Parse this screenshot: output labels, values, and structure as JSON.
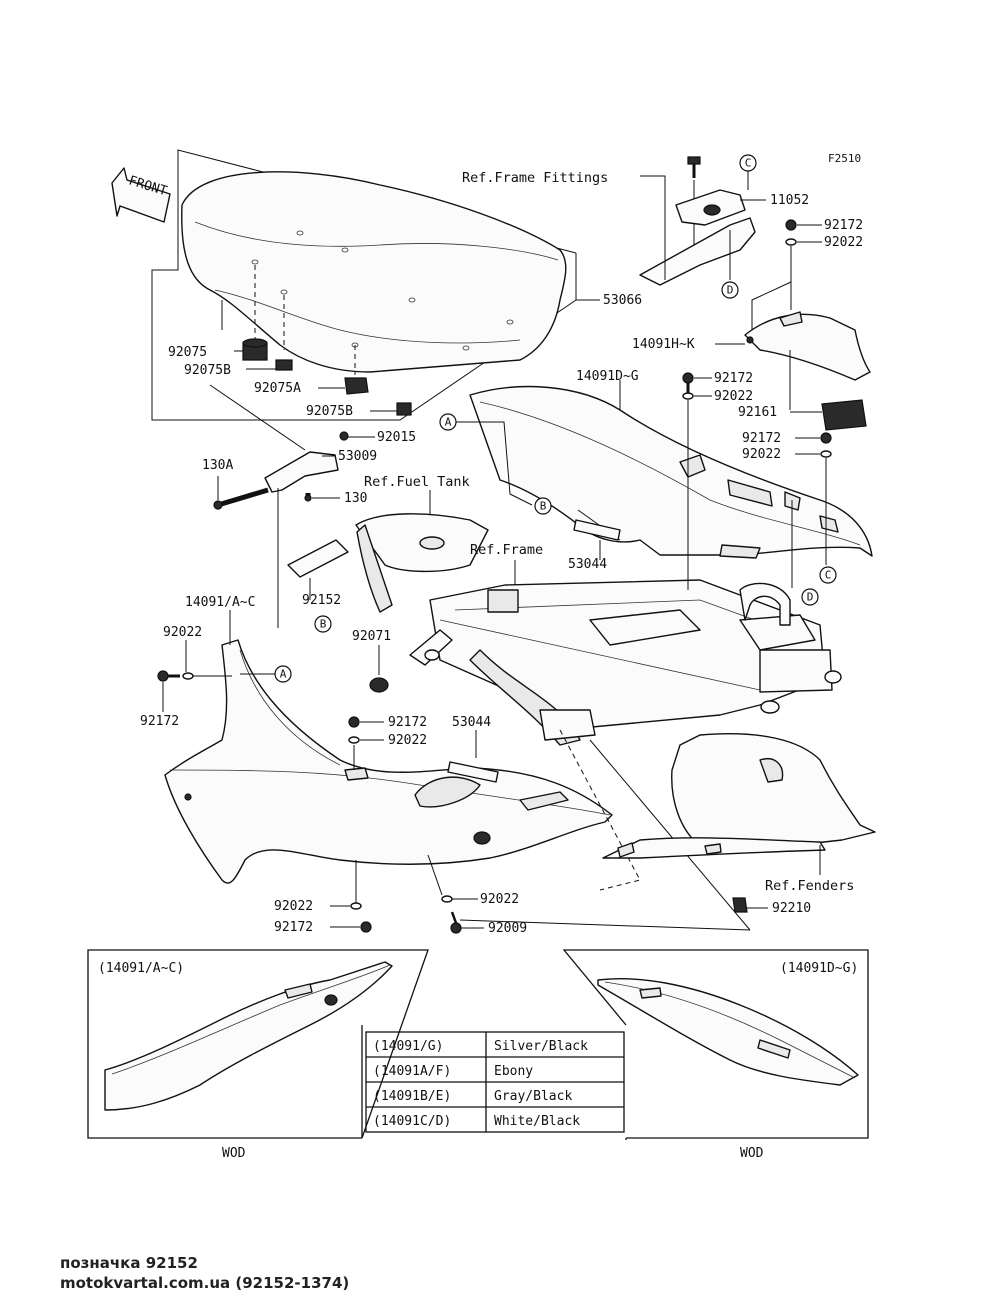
{
  "figure_code": "F2510",
  "front_arrow_label": "FRONT",
  "refs": {
    "frame_fittings": "Ref.Frame Fittings",
    "fuel_tank": "Ref.Fuel Tank",
    "frame": "Ref.Frame",
    "fenders": "Ref.Fenders"
  },
  "callouts": {
    "a": "A",
    "b": "B",
    "c": "C",
    "d": "D"
  },
  "part_numbers": {
    "p11052": "11052",
    "p92172_top": "92172",
    "p92022_top": "92022",
    "p53066": "53066",
    "p14091hk": "14091H~K",
    "p14091dg": "14091D~G",
    "p92172_b": "92172",
    "p92022_b": "92022",
    "p92161": "92161",
    "p92172_c": "92172",
    "p92022_c": "92022",
    "p92075": "92075",
    "p92075b": "92075B",
    "p92075a": "92075A",
    "p92075b_2": "92075B",
    "p92015": "92015",
    "p53009": "53009",
    "p130a": "130A",
    "p130": "130",
    "p53044_a": "53044",
    "p92152": "92152",
    "p14091ac": "14091/A~C",
    "p92022_l": "92022",
    "p92071": "92071",
    "p92172_l": "92172",
    "p92172_m": "92172",
    "p92022_m": "92022",
    "p53044_b": "53044",
    "p92022_bl": "92022",
    "p92172_bl": "92172",
    "p92022_bm": "92022",
    "p92009": "92009",
    "p92210": "92210"
  },
  "insets": {
    "left_title": "(14091/A~C)",
    "right_title": "(14091D~G)",
    "left_wod": "WOD",
    "right_wod": "WOD"
  },
  "color_table": [
    {
      "part": "(14091/G)",
      "color": "Silver/Black"
    },
    {
      "part": "(14091A/F)",
      "color": "Ebony"
    },
    {
      "part": "(14091B/E)",
      "color": "Gray/Black"
    },
    {
      "part": "(14091C/D)",
      "color": "White/Black"
    }
  ],
  "footer": {
    "caption": "позначка 92152",
    "url": "motokvartal.com.ua (92152-1374)"
  }
}
